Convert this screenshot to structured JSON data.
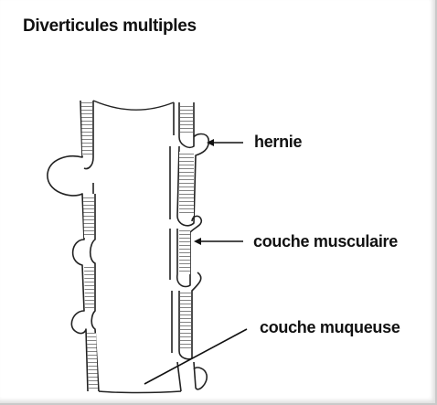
{
  "title": "Diverticules multiples",
  "labels": {
    "hernia": "hernie",
    "muscular_layer": "couche musculaire",
    "mucosal_layer": "couche muqueuse"
  },
  "colors": {
    "ink": "#222222",
    "text": "#111111",
    "background": "#ffffff"
  }
}
